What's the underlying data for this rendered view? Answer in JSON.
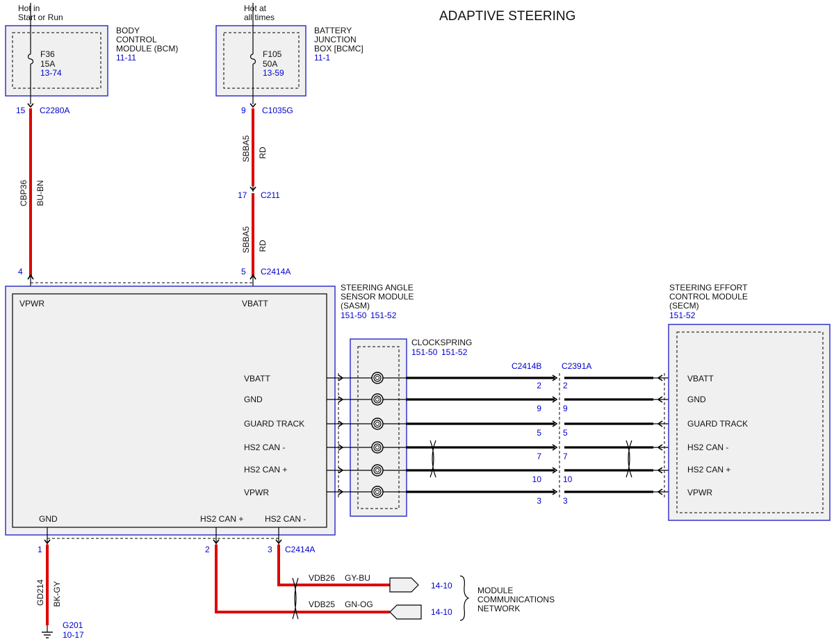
{
  "title": "ADAPTIVE STEERING",
  "bcm": {
    "hot_line1": "Hot in",
    "hot_line2": "Start or Run",
    "name1": "BODY",
    "name2": "CONTROL",
    "name3": "MODULE (BCM)",
    "ref": "11-11",
    "fuse": "F36",
    "rating": "15A",
    "fuse_ref": "13-74",
    "pin": "15",
    "connector": "C2280A"
  },
  "bjb": {
    "hot_line1": "Hot at",
    "hot_line2": "all times",
    "name1": "BATTERY",
    "name2": "JUNCTION",
    "name3": "BOX [BCMC]",
    "ref": "11-1",
    "fuse": "F105",
    "rating": "50A",
    "fuse_ref": "13-59",
    "pin": "9",
    "connector": "C1035G"
  },
  "wires": {
    "cbp36_circuit": "CBP36",
    "cbp36_color": "BU-BN",
    "sbba5_circuit": "SBBA5",
    "sbba5_color": "RD",
    "gd214_circuit": "GD214",
    "gd214_color": "BK-GY",
    "vdb26_circuit": "VDB26",
    "vdb26_color": "GY-BU",
    "vdb25_circuit": "VDB25",
    "vdb25_color": "GN-OG"
  },
  "c211": {
    "pin": "17",
    "connector": "C211"
  },
  "c2414a_top": {
    "pin_vpwr": "4",
    "pin_vbatt": "5",
    "connector": "C2414A"
  },
  "c2414a_bottom": {
    "pin_gnd": "1",
    "pin_can_plus": "2",
    "pin_can_minus": "3",
    "connector": "C2414A"
  },
  "sasm": {
    "name1": "STEERING ANGLE",
    "name2": "SENSOR MODULE",
    "name3": "(SASM)",
    "ref1": "151-50",
    "ref2": "151-52",
    "vpwr_top": "VPWR",
    "vbatt_top": "VBATT",
    "gnd_bottom": "GND",
    "can_plus_bottom": "HS2 CAN +",
    "can_minus_bottom": "HS2 CAN -",
    "pins": [
      "VBATT",
      "GND",
      "GUARD TRACK",
      "HS2 CAN -",
      "HS2 CAN +",
      "VPWR"
    ]
  },
  "clockspring": {
    "name": "CLOCKSPRING",
    "ref1": "151-50",
    "ref2": "151-52"
  },
  "inline": {
    "connector_left": "C2414B",
    "connector_right": "C2391A",
    "pins": [
      "2",
      "9",
      "5",
      "7",
      "10",
      "3"
    ]
  },
  "secm": {
    "name1": "STEERING EFFORT",
    "name2": "CONTROL MODULE",
    "name3": "(SECM)",
    "ref": "151-52",
    "pins": [
      "VBATT",
      "GND",
      "GUARD TRACK",
      "HS2 CAN -",
      "HS2 CAN +",
      "VPWR"
    ]
  },
  "ground": {
    "name": "G201",
    "ref": "10-17"
  },
  "network": {
    "ref_top": "14-10",
    "ref_bottom": "14-10",
    "name1": "MODULE",
    "name2": "COMMUNICATIONS",
    "name3": "NETWORK"
  },
  "colors": {
    "power_wire": "#e00000",
    "signal_wire": "#000000",
    "module_border": "#3333cc",
    "module_fill": "#f0f0f0",
    "reference_text": "#0000cc"
  }
}
